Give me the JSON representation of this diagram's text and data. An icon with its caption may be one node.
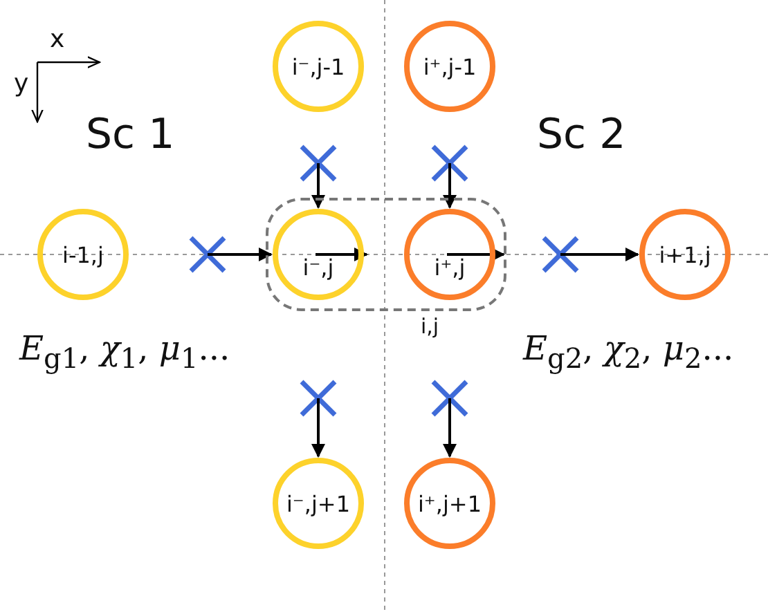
{
  "diagram": {
    "nodes": [
      {
        "text": [
          "i⁻,j-1"
        ]
      },
      {
        "text": [
          "i⁺,j-1"
        ]
      },
      {
        "text": [
          "i-1,j"
        ]
      },
      {
        "text": [
          "i,j"
        ]
      },
      {
        "text": [
          "i⁻,j"
        ],
        "in": 3
      },
      {
        "text": [
          "i⁺,j"
        ],
        "in": 3
      },
      {
        "text": [
          "i+1,j"
        ]
      },
      {
        "text": [
          "i⁻,j+1"
        ]
      },
      {
        "text": [
          "i⁺,j+1"
        ]
      }
    ],
    "edges": [
      {
        "from": null,
        "to": 4,
        "arrow": "to"
      },
      {
        "from": null,
        "to": 4,
        "arrow": "to"
      },
      {
        "from": null,
        "to": 5,
        "arrow": "to"
      },
      {
        "from": null,
        "to": 6,
        "arrow": "to"
      },
      {
        "from": null,
        "to": 7,
        "arrow": "to"
      },
      {
        "from": null,
        "to": 8,
        "arrow": "to"
      }
    ],
    "labels": [
      "x",
      "y",
      "Sc 1",
      "Sc 2",
      "*E*$_{g1}$, *χ*$_{1}$, *μ*$_{1}$...",
      "*E*$_{g2}$, *χ*$_{2}$, *μ*$_{2}$..."
    ]
  }
}
